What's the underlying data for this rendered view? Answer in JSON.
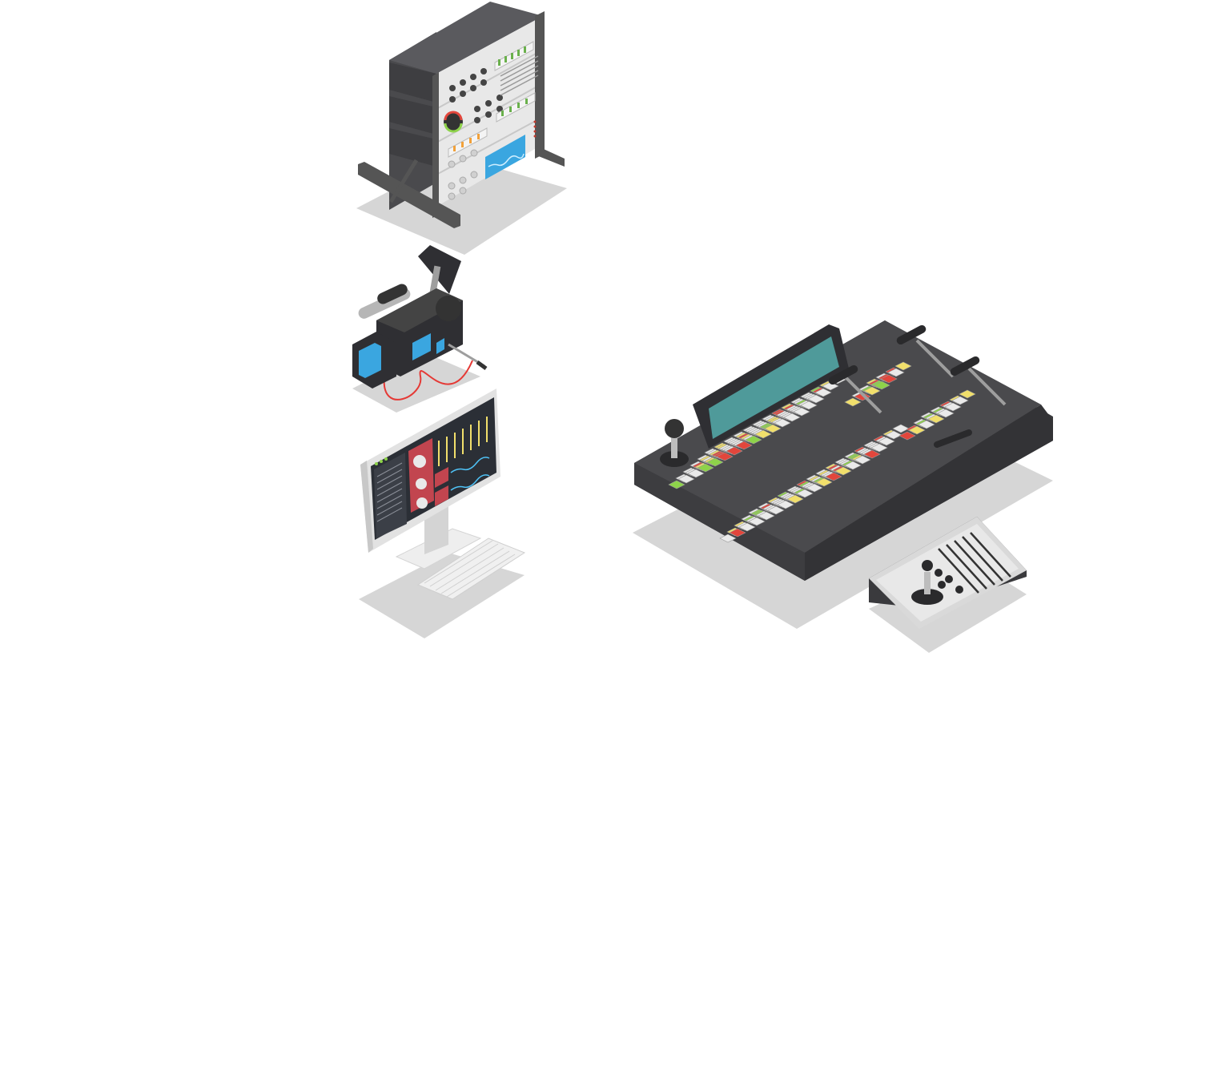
{
  "scene": {
    "objects": [
      {
        "id": "equipment-rack",
        "icon": "server-rack-icon"
      },
      {
        "id": "video-camera",
        "icon": "camcorder-icon"
      },
      {
        "id": "editing-monitor",
        "icon": "monitor-icon"
      },
      {
        "id": "keyboard",
        "icon": "keyboard-icon"
      },
      {
        "id": "video-switcher",
        "icon": "broadcast-mixer-icon"
      },
      {
        "id": "joystick-controller",
        "icon": "joystick-panel-icon"
      }
    ]
  },
  "palette": {
    "background": "#ffffff",
    "shadow": "#d6d6d6",
    "dark_body": "#4a4a4d",
    "panel_light": "#e8e8e8",
    "screen_teal": "#4f9a9a",
    "screen_blue": "#3aa6e0",
    "button_green": "#8ed34a",
    "button_yellow": "#f1df6b",
    "button_red": "#e2463c",
    "button_white": "#eaeaea",
    "monitor_dark": "#2b2f36",
    "meter_red": "#c2454f",
    "cable_red": "#e53935"
  }
}
